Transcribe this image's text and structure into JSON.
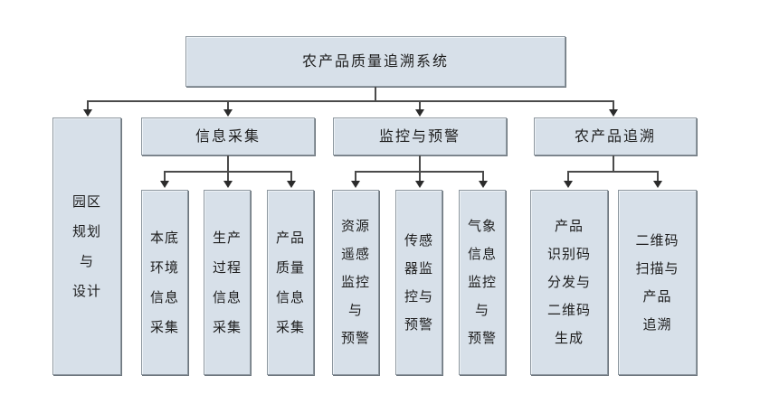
{
  "diagram": {
    "title": "农产品质量追溯系统",
    "type": "hierarchy-tree",
    "colors": {
      "node_fill": "#d7e0e9",
      "node_border": "#8d979f",
      "connector": "#4a4a4a",
      "text": "#1d1d1d",
      "background": "#ffffff"
    },
    "root": {
      "label": "农产品质量追溯系统"
    },
    "level2": [
      {
        "label": "园区\n规划\n与\n设计",
        "plain": "园区规划与设计"
      },
      {
        "label": "信息采集",
        "plain": "信息采集"
      },
      {
        "label": "监控与预警",
        "plain": "监控与预警"
      },
      {
        "label": "农产品追溯",
        "plain": "农产品追溯"
      }
    ],
    "leaves": {
      "info_collection": [
        {
          "label": "本底\n环境\n信息\n采集",
          "plain": "本底环境信息采集"
        },
        {
          "label": "生产\n过程\n信息\n采集",
          "plain": "生产过程信息采集"
        },
        {
          "label": "产品\n质量\n信息\n采集",
          "plain": "产品质量信息采集"
        }
      ],
      "monitoring_warning": [
        {
          "label": "资源\n遥感\n监控\n与\n预警",
          "plain": "资源遥感监控与预警"
        },
        {
          "label": "传感\n器监\n控与\n预警",
          "plain": "传感器监控与预警"
        },
        {
          "label": "气象\n信息\n监控\n与\n预警",
          "plain": "气象信息监控与预警"
        }
      ],
      "traceability": [
        {
          "label": "产品\n识别码\n分发与\n二维码\n生成",
          "plain": "产品识别码分发与二维码生成"
        },
        {
          "label": "二维码\n扫描与\n产品\n追溯",
          "plain": "二维码扫描与产品追溯"
        }
      ]
    }
  }
}
